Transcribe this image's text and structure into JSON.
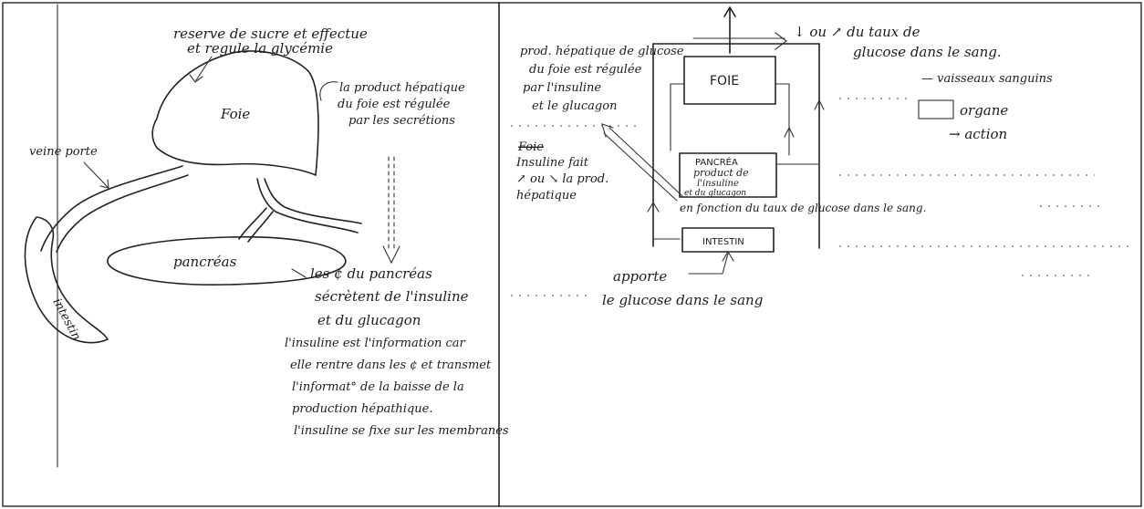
{
  "left_panel": {
    "foie_label": "Foie",
    "foie_top_1": "reserve de sucre et effectue",
    "foie_top_2": "et regule la glycémie",
    "foie_right_1": "la product hépatique",
    "foie_right_2": "du foie est régulée",
    "foie_right_3": "par les secrétions",
    "veine_porte": "veine porte",
    "pancreas_label": "pancréas",
    "intestin_label": "intestin",
    "cells_1": "les ¢ du pancréas",
    "cells_2": "sécrètent de l'insuline",
    "cells_3": "et du glucagon",
    "cells_4": "l'insuline est l'information car",
    "cells_5": "elle rentre dans les ¢ et transmet",
    "cells_6": "l'informat° de la baisse de la",
    "cells_7": "production hépathique.",
    "cells_8": "l'insuline se fixe sur les membranes"
  },
  "right_panel": {
    "top_left_1": "prod. hépatique de glucose",
    "top_left_2": "du foie est régulée",
    "top_left_3": "par l'insuline",
    "top_left_4": "et le glucagon",
    "top_right_1": "↓ ou ↗ du taux de",
    "top_right_2": "glucose dans le sang.",
    "foie_box": "FOIE",
    "pancreas_box_1": "PANCRÉA",
    "pancreas_box_2": "product de",
    "pancreas_box_3": "l'insuline",
    "pancreas_box_4": "et du glucagon",
    "intestin_box": "INTESTIN",
    "insuline_1": "Insuline fait",
    "insuline_2": "↗ ou ↘ la prod.",
    "insuline_3": "hépatique",
    "en_fonction": "en fonction du taux de glucose dans le sang.",
    "apporte_1": "apporte",
    "apporte_2": "le glucose dans le sang",
    "legend_vessels": "— vaisseaux sanguins",
    "legend_organ": "organe",
    "legend_action": "→ action",
    "foie_box_struck": "Foie"
  }
}
